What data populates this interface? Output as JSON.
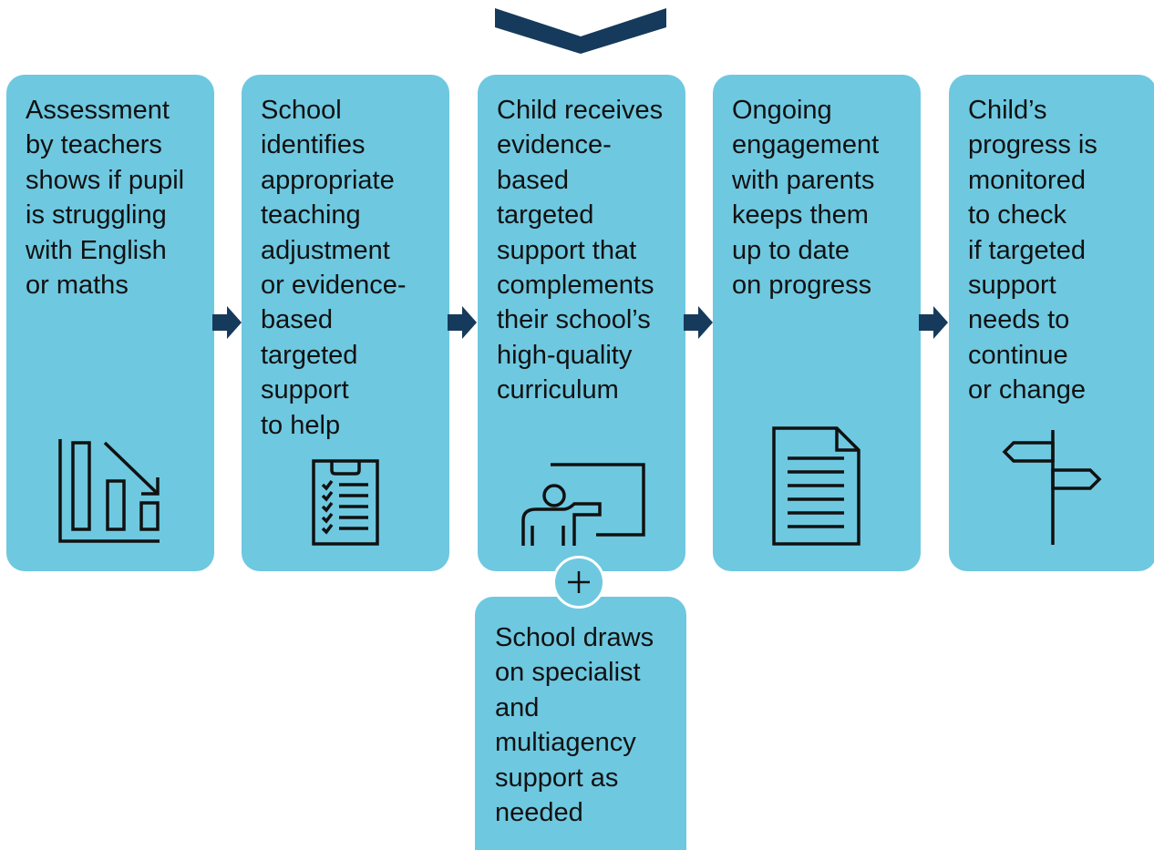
{
  "colors": {
    "card": "#6ec8e0",
    "navy": "#163a5c",
    "text": "#111111"
  },
  "steps": [
    {
      "text": "Assessment\nby teachers\nshows if pupil\nis struggling\nwith English\nor maths",
      "icon": "declining-bar-chart-icon"
    },
    {
      "text": "School\nidentifies\nappropriate\nteaching\nadjustment\nor evidence-\nbased\ntargeted\nsupport\nto help",
      "icon": "clipboard-checklist-icon"
    },
    {
      "text": "Child receives\nevidence-\nbased\ntargeted\nsupport that\ncomplements\ntheir school’s\nhigh-quality\ncurriculum",
      "icon": "teacher-at-board-icon"
    },
    {
      "text": "Ongoing\nengagement\nwith parents\nkeeps them\nup to date\non progress",
      "icon": "document-icon"
    },
    {
      "text": "Child’s\nprogress is\nmonitored\nto check\nif targeted\nsupport\nneeds to\ncontinue\nor change",
      "icon": "signpost-icon"
    }
  ],
  "extra_support": {
    "text": "School draws\non specialist\nand\nmultiagency\nsupport as\nneeded",
    "badge_icon": "plus-icon"
  }
}
